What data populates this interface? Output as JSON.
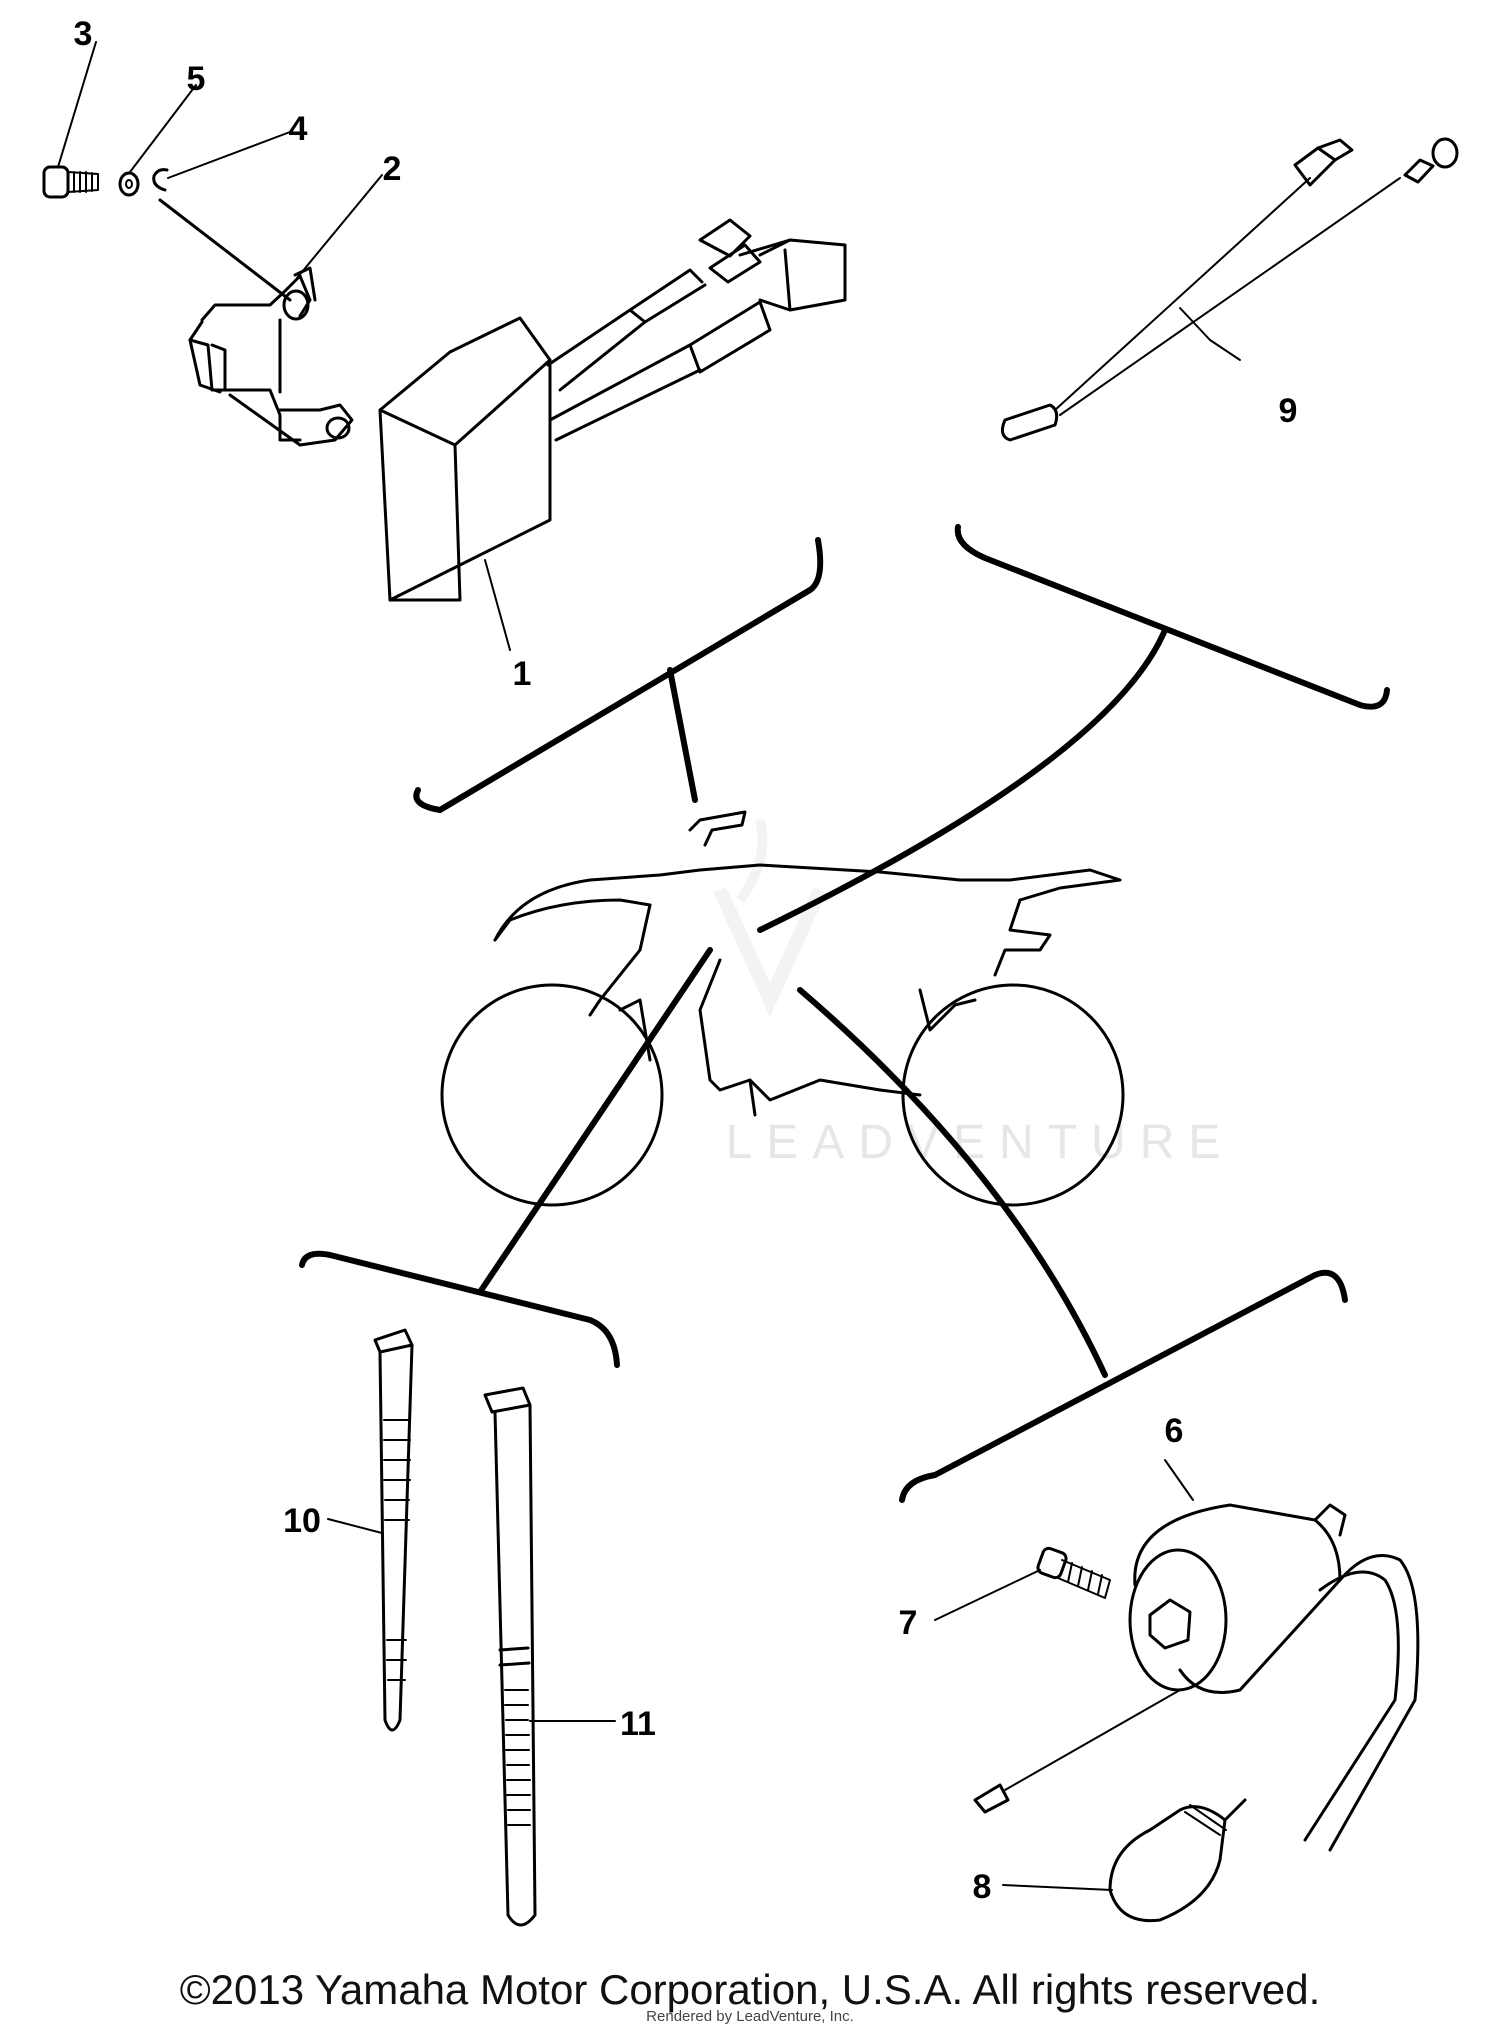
{
  "diagram": {
    "watermark": "LEADVENTURE",
    "callouts": [
      "1",
      "2",
      "3",
      "4",
      "5",
      "6",
      "7",
      "8",
      "9",
      "10",
      "11"
    ]
  },
  "footer": {
    "copyright": "©2013 Yamaha Motor Corporation, U.S.A. All rights reserved.",
    "rendered_by": "Rendered by LeadVenture, Inc."
  }
}
